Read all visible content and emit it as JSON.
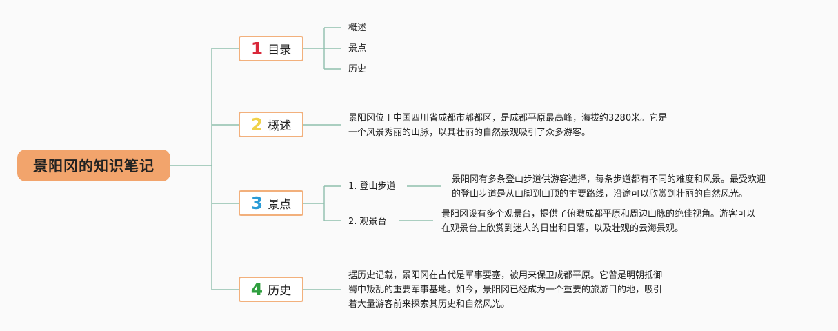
{
  "root": {
    "title": "景阳冈的知识笔记"
  },
  "sections": [
    {
      "num": "1",
      "label": "目录",
      "color": "#d9283a"
    },
    {
      "num": "2",
      "label": "概述",
      "color": "#f0d24a"
    },
    {
      "num": "3",
      "label": "景点",
      "color": "#2a9bd6"
    },
    {
      "num": "4",
      "label": "历史",
      "color": "#2e9e3e"
    }
  ],
  "toc": [
    "概述",
    "景点",
    "历史"
  ],
  "overview": {
    "lines": [
      "景阳冈位于中国四川省成都市郫都区，是成都平原最高峰，海拔约3280米。它是",
      "一个风景秀丽的山脉，以其壮丽的自然景观吸引了众多游客。"
    ]
  },
  "spots": [
    {
      "label": "1. 登山步道",
      "lines": [
        "景阳冈有多条登山步道供游客选择，每条步道都有不同的难度和风景。最受欢迎",
        "的登山步道是从山脚到山顶的主要路线，沿途可以欣赏到壮丽的自然风光。"
      ]
    },
    {
      "label": "2. 观景台",
      "lines": [
        "景阳冈设有多个观景台，提供了俯瞰成都平原和周边山脉的绝佳视角。游客可以",
        "在观景台上欣赏到迷人的日出和日落，以及壮观的云海景观。"
      ]
    }
  ],
  "history": {
    "lines": [
      "据历史记载，景阳冈在古代是军事要塞，被用来保卫成都平原。它曾是明朝抵御",
      "蜀中叛乱的重要军事基地。如今，景阳冈已经成为一个重要的旅游目的地，吸引",
      "着大量游客前来探索其历史和自然风光。"
    ]
  },
  "colors": {
    "line": "#8fbfad",
    "root": "#f2a46c",
    "box_border": "#f2b07c"
  }
}
